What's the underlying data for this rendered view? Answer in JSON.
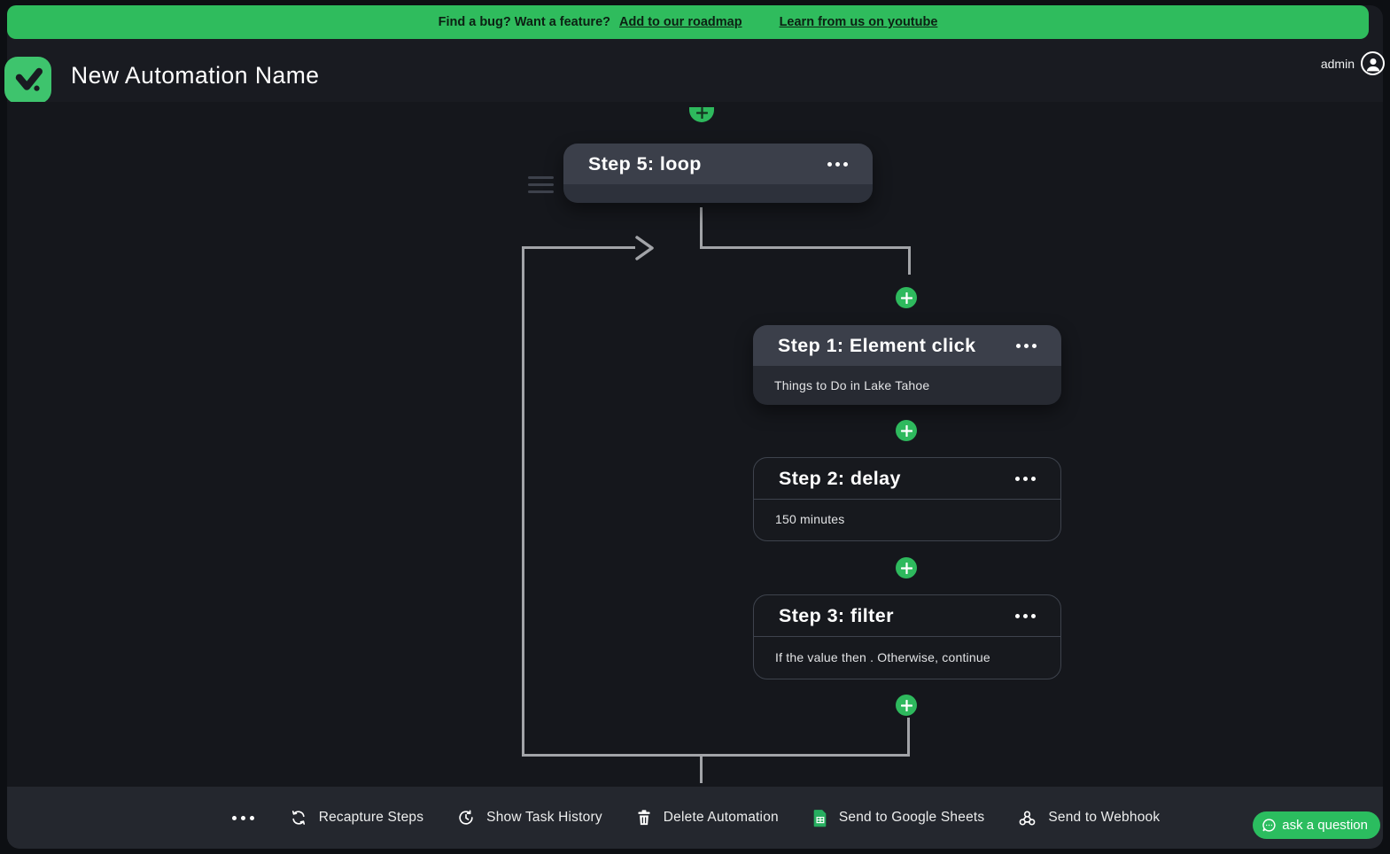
{
  "banner": {
    "prompt": "Find a bug? Want a feature?",
    "roadmap_link": "Add to our roadmap",
    "youtube_link": "Learn from us on youtube",
    "bg_color": "#2fbc5d"
  },
  "header": {
    "title": "New Automation Name",
    "username": "admin"
  },
  "canvas": {
    "steps": [
      {
        "id": "step5",
        "title": "Step 5: loop",
        "body": "",
        "style": "filled"
      },
      {
        "id": "step1",
        "title": "Step 1: Element click",
        "body": "Things to Do in Lake Tahoe",
        "style": "filled"
      },
      {
        "id": "step2",
        "title": "Step 2: delay",
        "body": "150 minutes",
        "style": "outlined"
      },
      {
        "id": "step3",
        "title": "Step 3: filter",
        "body": "If the value then . Otherwise, continue",
        "style": "outlined"
      }
    ],
    "plus_button_color": "#2eb95d",
    "connector_color": "#a2a4a8"
  },
  "toolbar": {
    "items": [
      {
        "label": "Recapture Steps",
        "icon": "refresh-icon"
      },
      {
        "label": "Show Task History",
        "icon": "history-icon"
      },
      {
        "label": "Delete Automation",
        "icon": "trash-icon"
      },
      {
        "label": "Send to Google Sheets",
        "icon": "sheets-icon"
      },
      {
        "label": "Send to Webhook",
        "icon": "webhook-icon"
      }
    ]
  },
  "chat_button": {
    "label": "ask a question",
    "icon": "chat-icon"
  },
  "colors": {
    "accent_green": "#2fbc5d",
    "card_header": "#3b3f4a",
    "card_body": "#272a32",
    "canvas_bg": "#15171c",
    "toolbar_bg": "#24272e"
  }
}
